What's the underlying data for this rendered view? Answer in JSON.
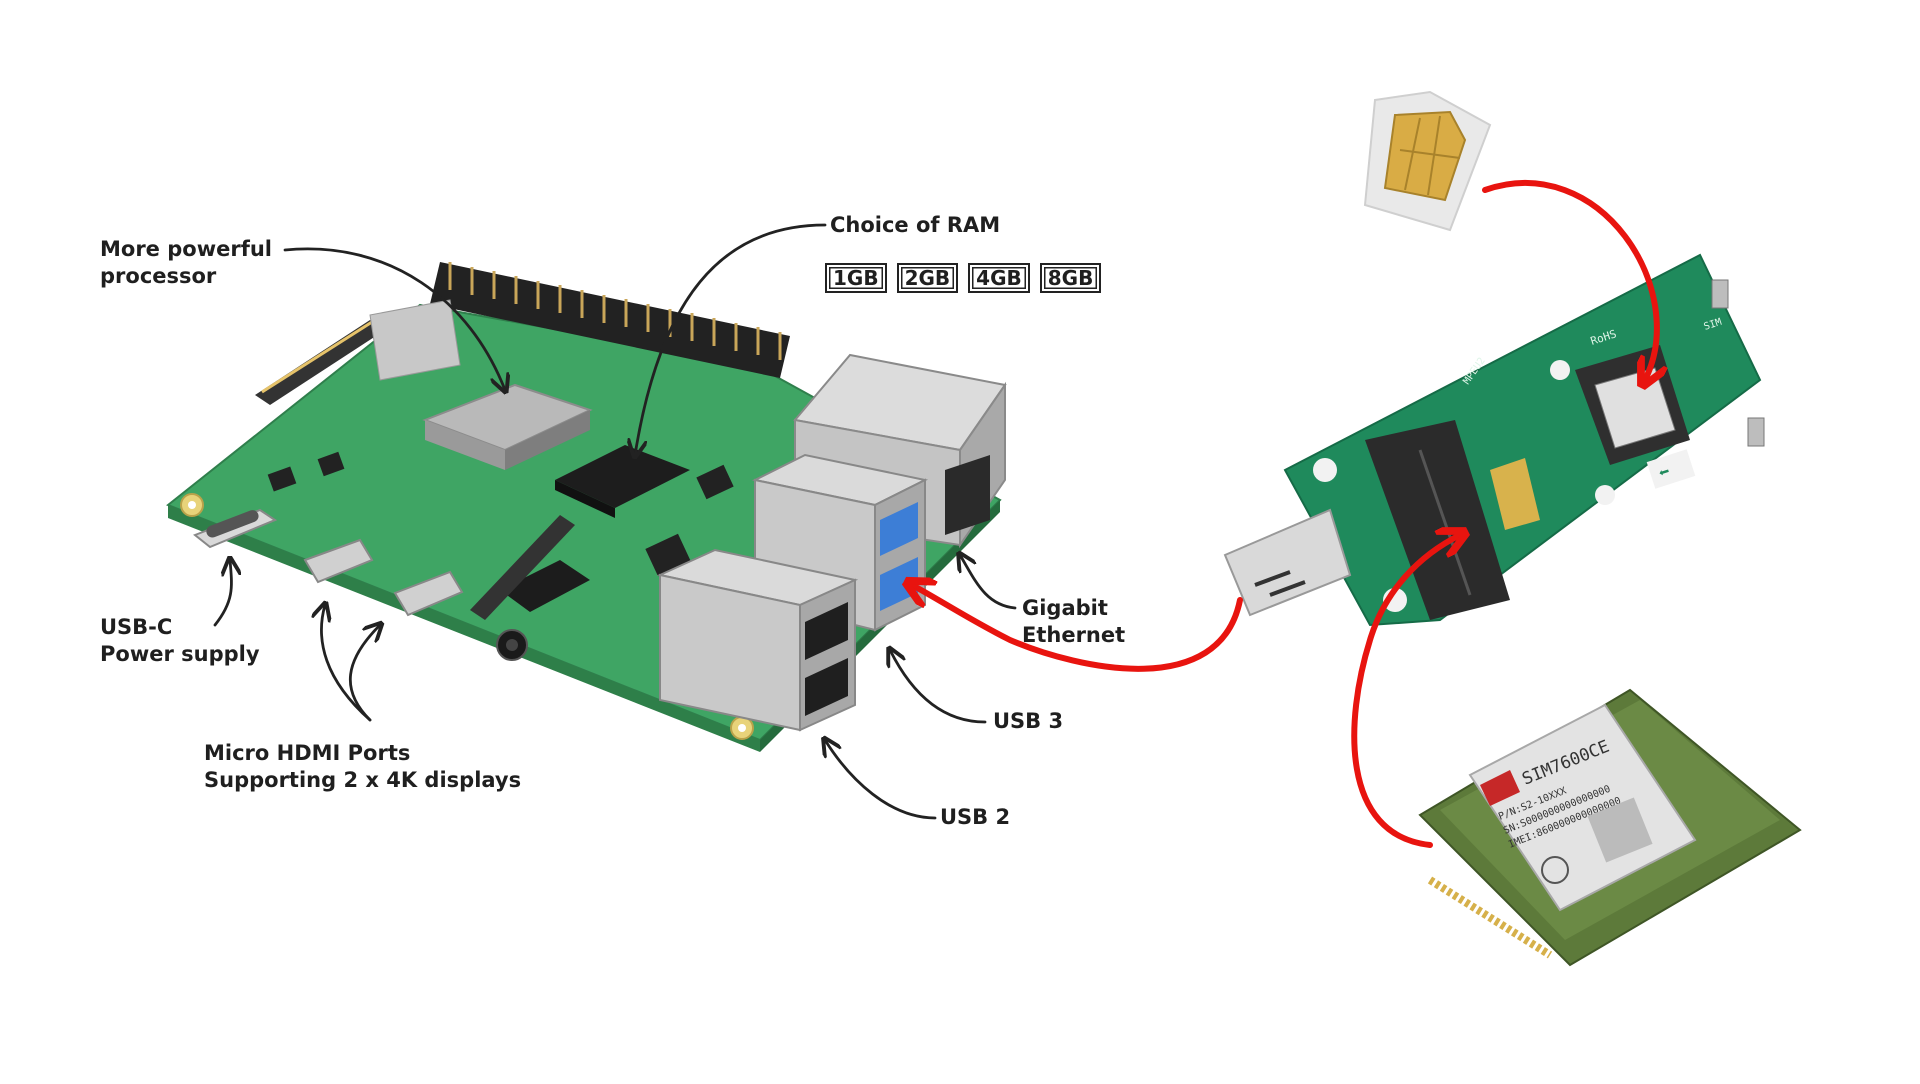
{
  "labels": {
    "processor": [
      "More powerful",
      "processor"
    ],
    "ram_title": "Choice of RAM",
    "ram_options": [
      "1GB",
      "2GB",
      "4GB",
      "8GB"
    ],
    "usbc": [
      "USB-C",
      "Power supply"
    ],
    "hdmi": [
      "Micro HDMI Ports",
      "Supporting 2 x 4K displays"
    ],
    "ethernet": [
      "Gigabit",
      "Ethernet"
    ],
    "usb3": "USB 3",
    "usb2": "USB 2"
  },
  "module": {
    "model": "SIM7600CE",
    "pn": "P/N:S2-10XXX",
    "sn": "SN:S000000000000000",
    "imei": "IMEI:860000000000000"
  },
  "adapter": {
    "rohs": "RoHS",
    "sim": "SIM",
    "mpeu2": "MPEU2"
  },
  "colors": {
    "arrow_red": "#e8140f",
    "pcb_green": "#3fa564",
    "adapter_green": "#1f8a5c",
    "module_green": "#5d7a3a"
  }
}
